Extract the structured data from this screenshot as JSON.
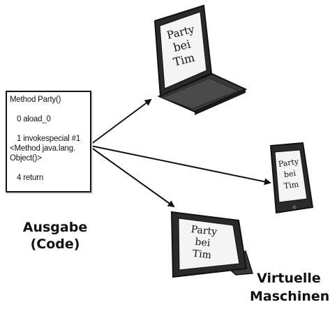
{
  "code_box": {
    "lines": [
      "Method Party()",
      "0 aload_0",
      "1 invokespecial #1",
      "<Method java.lang.",
      "Object()>",
      "4 return"
    ]
  },
  "output_label": {
    "line1": "Ausgabe",
    "line2": "(Code)"
  },
  "machines_label": {
    "line1": "Virtuelle",
    "line2": "Maschinen"
  },
  "screen_text": {
    "laptop": [
      "Party",
      "bei",
      "Tim"
    ],
    "phone": [
      "Party",
      "bei",
      "Tim"
    ],
    "tablet": [
      "Party",
      "bei",
      "Tim"
    ]
  }
}
